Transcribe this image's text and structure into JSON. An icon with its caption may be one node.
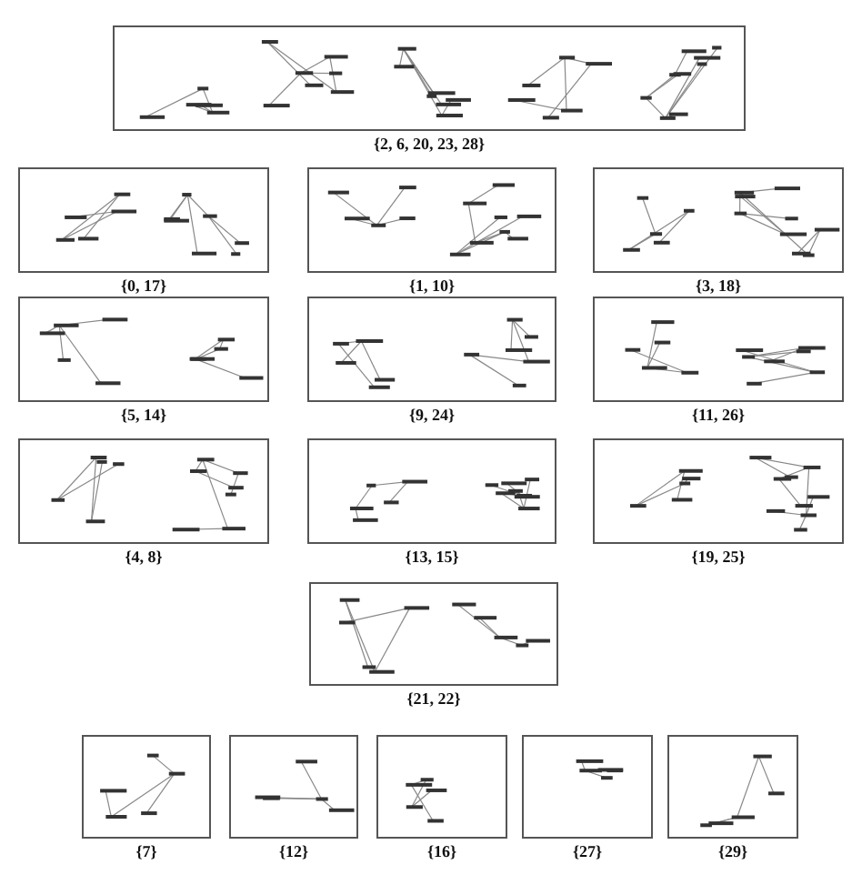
{
  "diagram": {
    "nodes": [
      {
        "text": [
          "{2, 6, 20, 23, 28}"
        ]
      },
      {
        "text": [
          "{0, 17}"
        ]
      },
      {
        "text": [
          "{1, 10}"
        ]
      },
      {
        "text": [
          "{3, 18}"
        ]
      },
      {
        "text": [
          "{5, 14}"
        ]
      },
      {
        "text": [
          "{9, 24}"
        ]
      },
      {
        "text": [
          "{11, 26}"
        ]
      },
      {
        "text": [
          "{4, 8}"
        ]
      },
      {
        "text": [
          "{13, 15}"
        ]
      },
      {
        "text": [
          "{19, 25}"
        ]
      },
      {
        "text": [
          "{21, 22}"
        ]
      },
      {
        "text": [
          "{7}"
        ]
      },
      {
        "text": [
          "{12}"
        ]
      },
      {
        "text": [
          "{16}"
        ]
      },
      {
        "text": [
          "{27}"
        ]
      },
      {
        "text": [
          "{29}"
        ]
      }
    ]
  }
}
